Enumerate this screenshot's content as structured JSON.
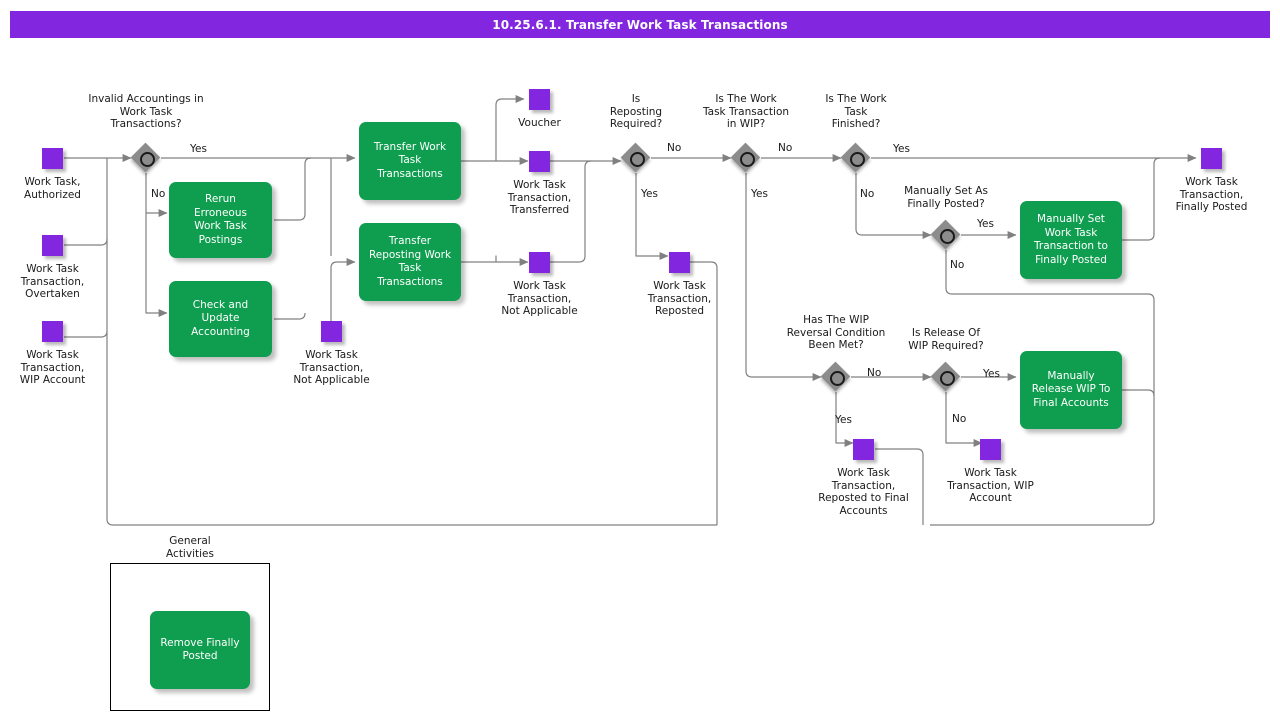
{
  "header": {
    "title": "10.25.6.1. Transfer Work Task Transactions"
  },
  "colors": {
    "title_bar": "#8226e0",
    "data_object": "#8226e0",
    "activity": "#0f9d4f",
    "decision": "#8c8c8c",
    "connector": "#808080",
    "text": "#1a1a1a"
  },
  "data_objects": [
    {
      "id": "work-task-authorized",
      "label": "Work Task,\nAuthorized"
    },
    {
      "id": "wtt-overtaken",
      "label": "Work Task\nTransaction,\nOvertaken"
    },
    {
      "id": "wtt-wip-account-in",
      "label": "Work Task\nTransaction,\nWIP Account"
    },
    {
      "id": "wtt-not-applicable-left",
      "label": "Work Task\nTransaction,\nNot Applicable"
    },
    {
      "id": "voucher",
      "label": "Voucher"
    },
    {
      "id": "wtt-transferred",
      "label": "Work Task\nTransaction,\nTransferred"
    },
    {
      "id": "wtt-not-applicable-mid",
      "label": "Work Task\nTransaction,\nNot Applicable"
    },
    {
      "id": "wtt-reposted",
      "label": "Work Task\nTransaction,\nReposted"
    },
    {
      "id": "wtt-reposted-final-accounts",
      "label": "Work Task\nTransaction,\nReposted to Final\nAccounts"
    },
    {
      "id": "wtt-wip-account-out",
      "label": "Work Task\nTransaction, WIP\nAccount"
    },
    {
      "id": "wtt-finally-posted",
      "label": "Work Task\nTransaction,\nFinally Posted"
    }
  ],
  "activities": [
    {
      "id": "rerun-erroneous-work-task-postings",
      "label": "Rerun\nErroneous\nWork Task\nPostings"
    },
    {
      "id": "check-and-update-accounting",
      "label": "Check and\nUpdate\nAccounting"
    },
    {
      "id": "transfer-work-task-transactions",
      "label": "Transfer Work\nTask\nTransactions"
    },
    {
      "id": "transfer-reposting-work-task-transactions",
      "label": "Transfer\nReposting Work\nTask\nTransactions"
    },
    {
      "id": "manually-set-wtt-to-finally-posted",
      "label": "Manually Set\nWork Task\nTransaction to\nFinally Posted"
    },
    {
      "id": "manually-release-wip-to-final-accounts",
      "label": "Manually\nRelease WIP To\nFinal Accounts"
    },
    {
      "id": "remove-finally-posted",
      "label": "Remove Finally\nPosted"
    }
  ],
  "decisions": [
    {
      "id": "invalid-accountings",
      "question": "Invalid Accountings in\nWork Task\nTransactions?"
    },
    {
      "id": "is-reposting-required",
      "question": "Is\nReposting\nRequired?"
    },
    {
      "id": "is-wtt-in-wip",
      "question": "Is The Work\nTask Transaction\nin WIP?"
    },
    {
      "id": "is-work-task-finished",
      "question": "Is The Work\nTask\nFinished?"
    },
    {
      "id": "manually-set-as-finally-posted",
      "question": "Manually Set As\nFinally Posted?"
    },
    {
      "id": "wip-reversal-condition",
      "question": "Has The WIP\nReversal Condition\nBeen Met?"
    },
    {
      "id": "is-release-of-wip-required",
      "question": "Is Release Of\nWIP Required?"
    }
  ],
  "edge_labels": {
    "invalid_yes": "Yes",
    "invalid_no": "No",
    "reposting_no": "No",
    "reposting_yes": "Yes",
    "wip_no": "No",
    "wip_yes": "Yes",
    "finished_yes": "Yes",
    "finished_no": "No",
    "manual_yes": "Yes",
    "manual_no": "No",
    "reversal_no": "No",
    "reversal_yes": "Yes",
    "release_yes": "Yes",
    "release_no": "No"
  },
  "frames": [
    {
      "id": "general-activities",
      "label": "General\nActivities"
    }
  ]
}
